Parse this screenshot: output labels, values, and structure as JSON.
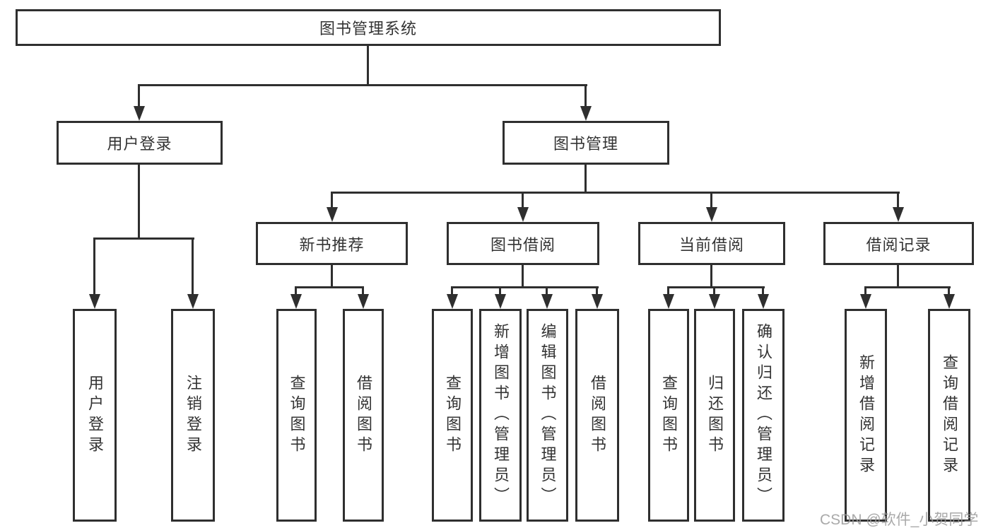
{
  "diagram": {
    "title": "图书管理系统",
    "root": {
      "label": "图书管理系统"
    },
    "level2": [
      {
        "label": "用户登录"
      },
      {
        "label": "图书管理"
      }
    ],
    "level3": [
      {
        "label": "新书推荐"
      },
      {
        "label": "图书借阅"
      },
      {
        "label": "当前借阅"
      },
      {
        "label": "借阅记录"
      }
    ],
    "leaves": {
      "user_login": [
        {
          "label": "用户登录"
        },
        {
          "label": "注销登录"
        }
      ],
      "new_book": [
        {
          "label": "查询图书"
        },
        {
          "label": "借阅图书"
        }
      ],
      "book_borrow": [
        {
          "label": "查询图书"
        },
        {
          "label": "新增图书（管理员）"
        },
        {
          "label": "编辑图书（管理员）"
        },
        {
          "label": "借阅图书"
        }
      ],
      "current_borrow": [
        {
          "label": "查询图书"
        },
        {
          "label": "归还图书"
        },
        {
          "label": "确认归还（管理员）"
        }
      ],
      "borrow_record": [
        {
          "label": "新增借阅记录"
        },
        {
          "label": "查询借阅记录"
        }
      ]
    },
    "watermark": "CSDN @软件_小贺同学",
    "colors": {
      "line": "#2f2f2f",
      "text": "#333333",
      "background": "#ffffff",
      "watermark": "#9b9b9b"
    }
  }
}
